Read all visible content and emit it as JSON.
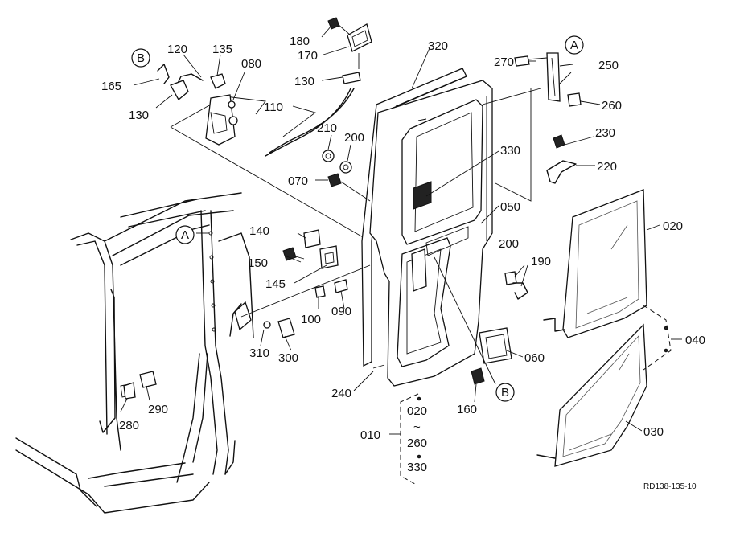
{
  "diagram": {
    "reference": "RD138-135-10",
    "callouts": {
      "a": "A",
      "b": "B"
    },
    "labels": {
      "p180": "180",
      "p170": "170",
      "p130": "130",
      "p320": "320",
      "p270": "270",
      "p250": "250",
      "p260": "260",
      "p165": "165",
      "p120": "120",
      "p135": "135",
      "p080": "080",
      "p110": "110",
      "p210": "210",
      "p200": "200",
      "p330": "330",
      "p230": "230",
      "p220": "220",
      "p070": "070",
      "p050": "050",
      "p020": "020",
      "p140": "140",
      "p150": "150",
      "p145": "145",
      "p190": "190",
      "p100": "100",
      "p090": "090",
      "p040": "040",
      "p310": "310",
      "p300": "300",
      "p060": "060",
      "p240": "240",
      "p160": "160",
      "p280": "280",
      "p290": "290",
      "p010": "010",
      "p030": "030",
      "tilde": "~"
    }
  }
}
